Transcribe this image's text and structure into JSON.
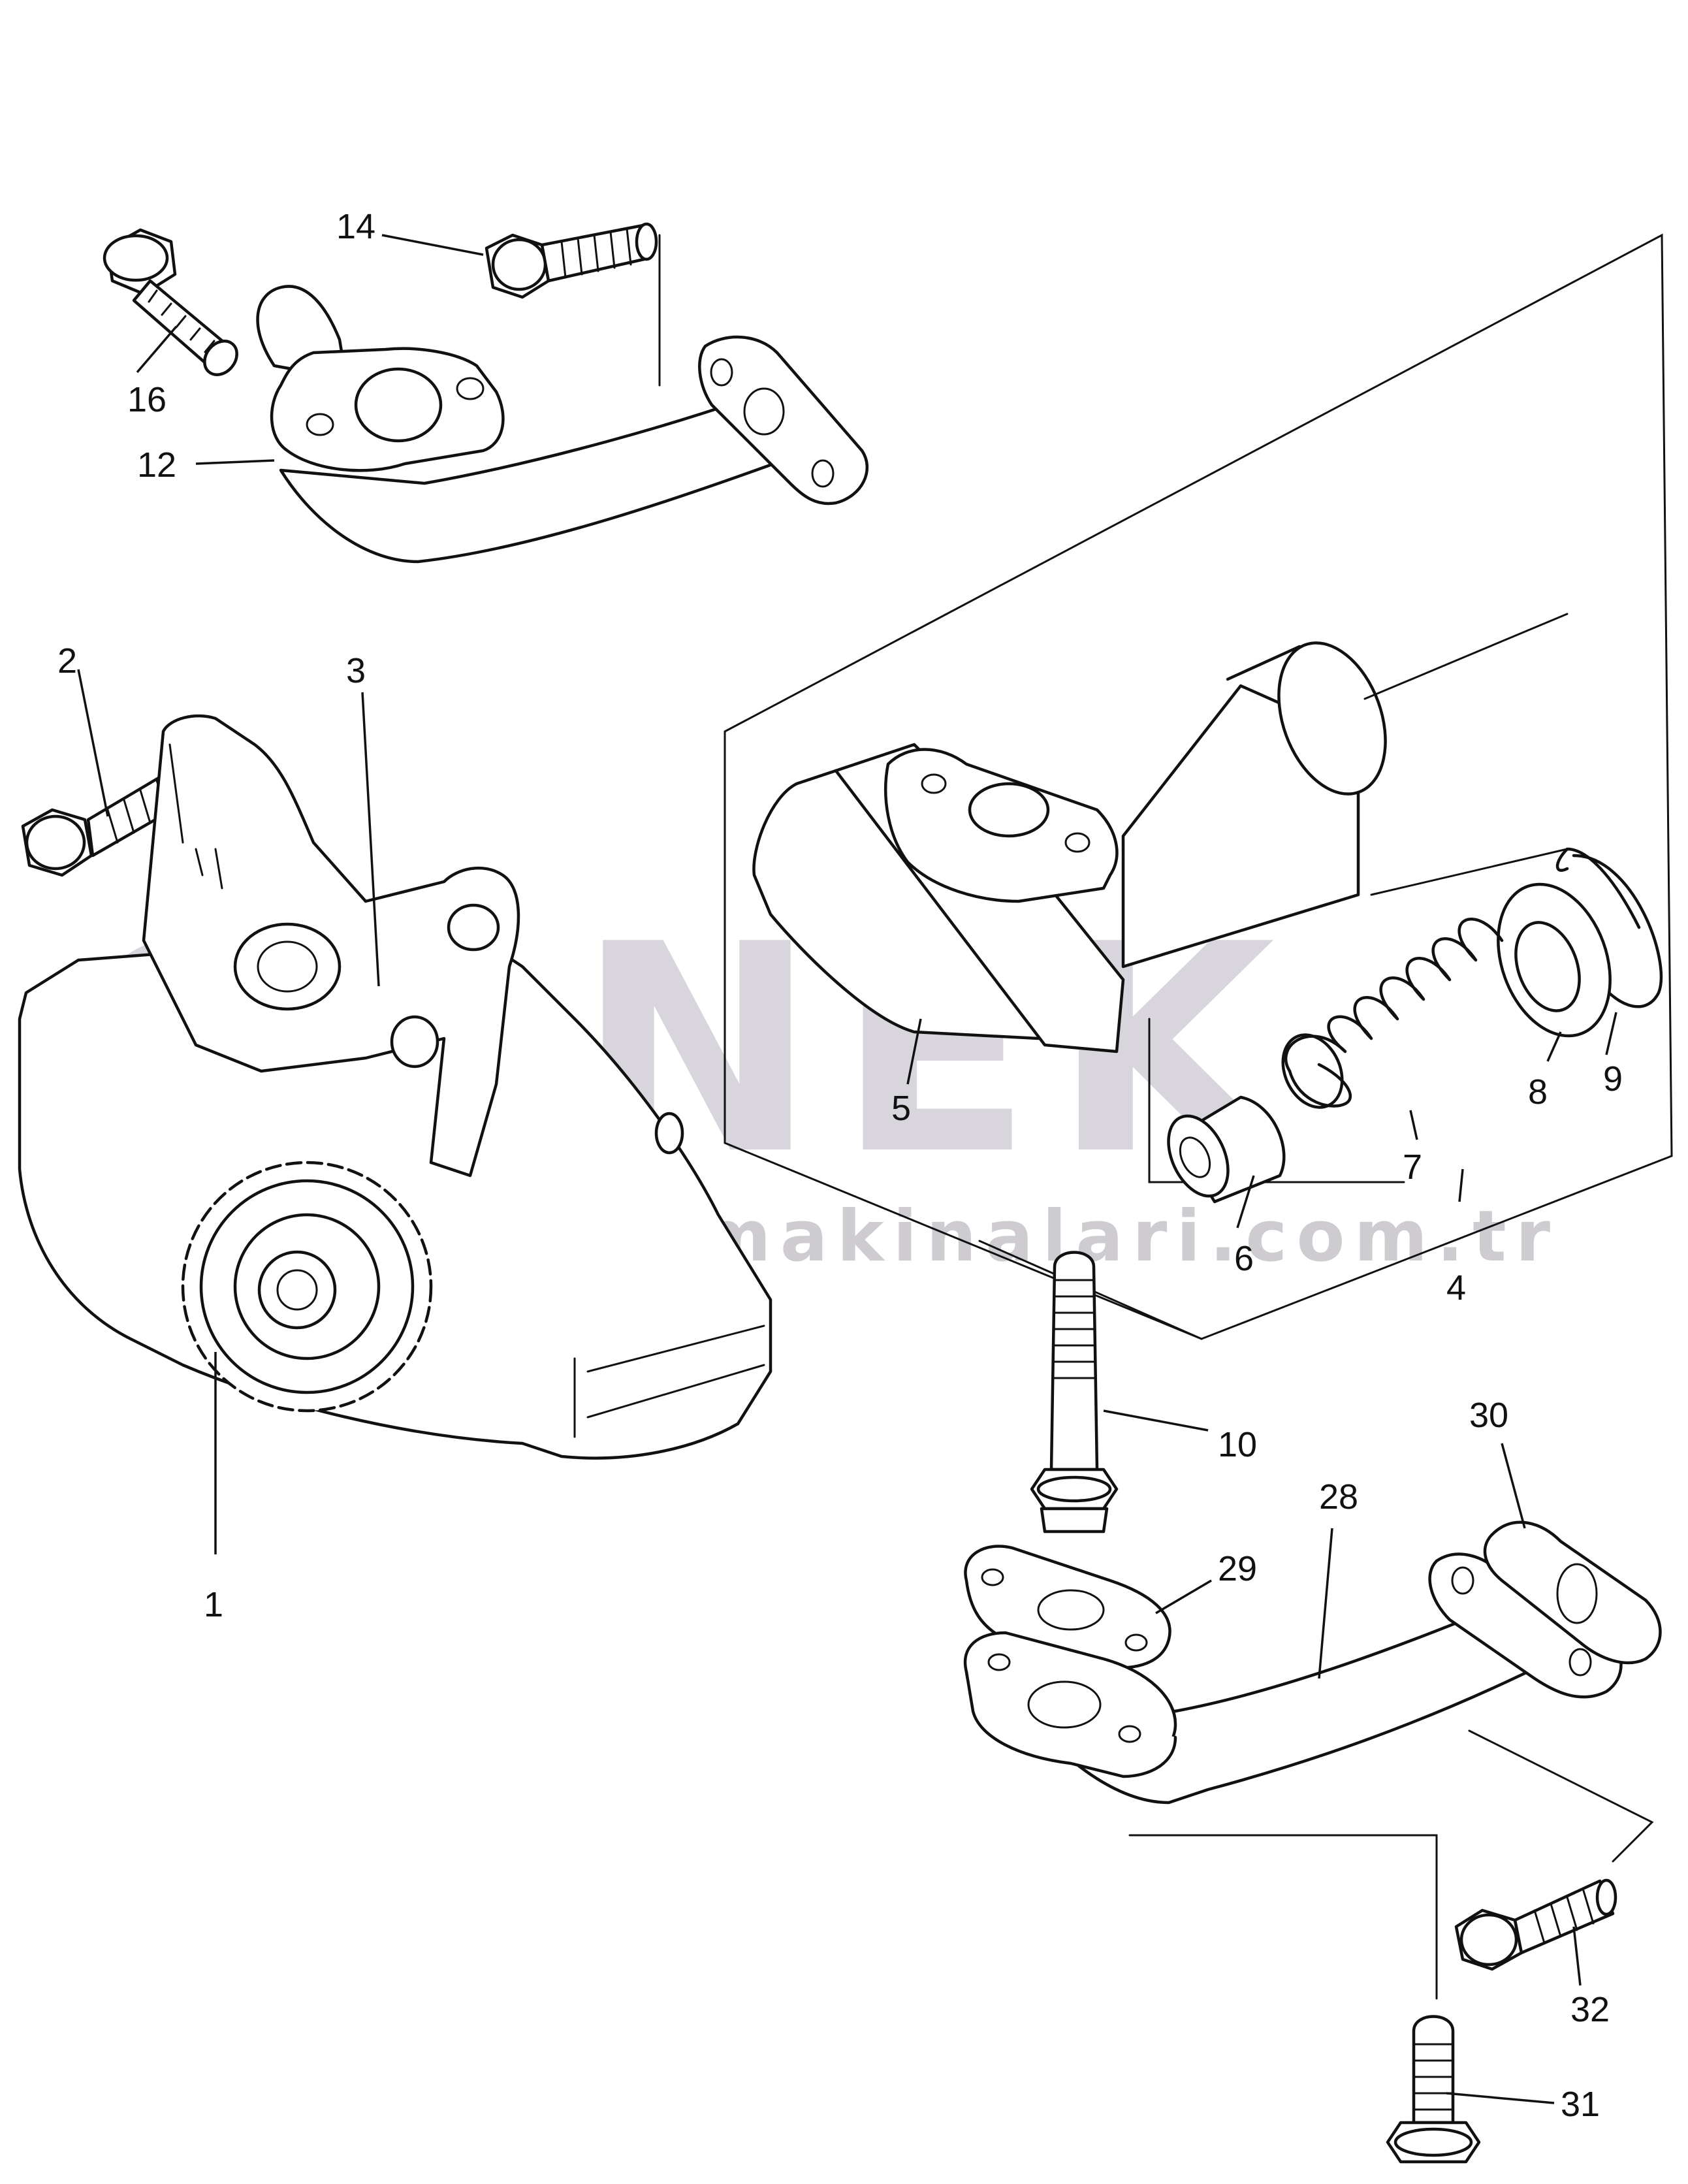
{
  "watermark": {
    "brand": "ÖRNEK",
    "url": "www.ornekismakinalari.com.tr",
    "accent_color": "#f2d03a"
  },
  "callouts": {
    "c1": "1",
    "c2": "2",
    "c3": "3",
    "c4": "4",
    "c5": "5",
    "c6": "6",
    "c7": "7",
    "c8": "8",
    "c9": "9",
    "c10": "10",
    "c12": "12",
    "c14": "14",
    "c16": "16",
    "c28": "28",
    "c29": "29",
    "c30": "30",
    "c31": "31",
    "c32": "32"
  }
}
